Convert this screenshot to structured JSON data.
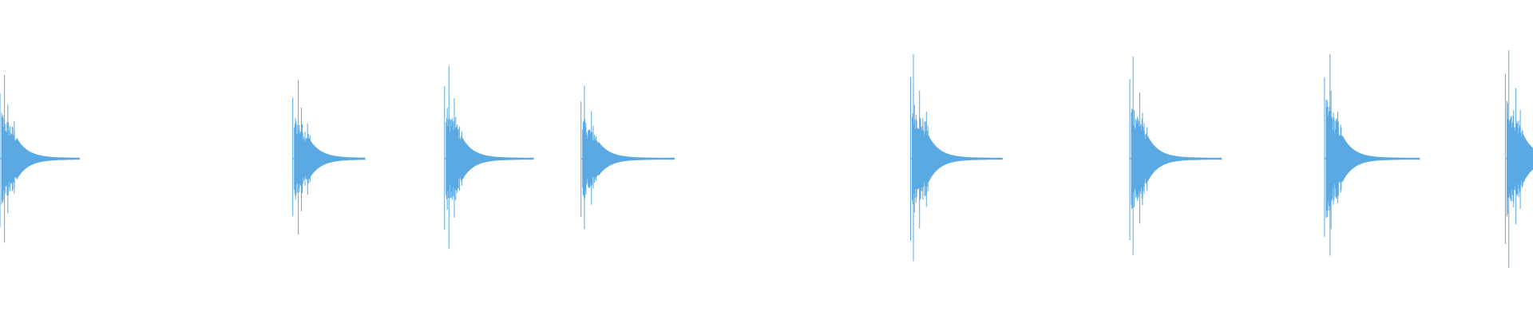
{
  "waveform": {
    "color": "#5aa9e2",
    "background": "#ffffff",
    "hits": [
      {
        "onset": 0.0,
        "amp": 0.64,
        "tail": 0.052
      },
      {
        "onset": 0.191,
        "amp": 0.6,
        "tail": 0.047
      },
      {
        "onset": 0.29,
        "amp": 0.71,
        "tail": 0.058
      },
      {
        "onset": 0.379,
        "amp": 0.56,
        "tail": 0.061
      },
      {
        "onset": 0.594,
        "amp": 0.8,
        "tail": 0.06
      },
      {
        "onset": 0.737,
        "amp": 0.78,
        "tail": 0.06
      },
      {
        "onset": 0.864,
        "amp": 0.8,
        "tail": 0.062
      },
      {
        "onset": 0.982,
        "amp": 0.83,
        "tail": 0.018
      }
    ]
  }
}
